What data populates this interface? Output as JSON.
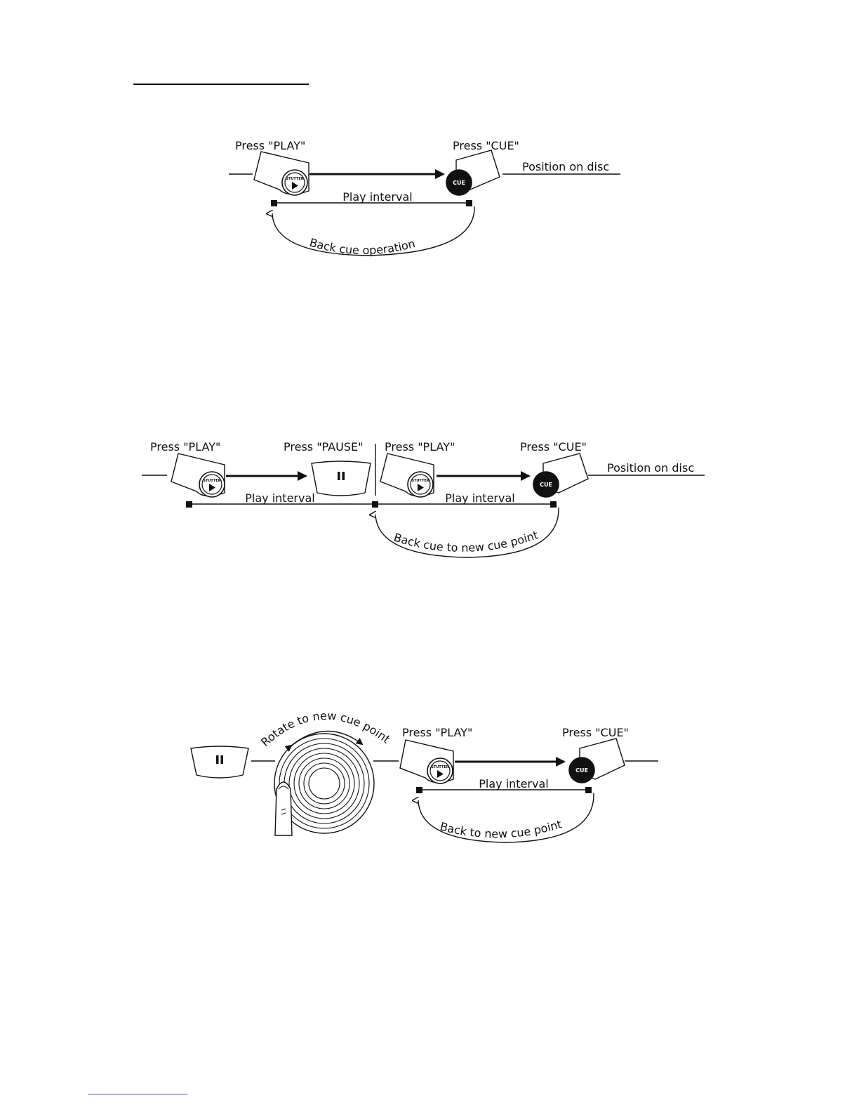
{
  "diagram1": {
    "press_play": "Press \"PLAY\"",
    "press_cue": "Press \"CUE\"",
    "position_on_disc": "Position on disc",
    "play_interval": "Play interval",
    "back_label": "Back cue operation",
    "stutter": "STUTTER",
    "cue_btn": "CUE"
  },
  "diagram2": {
    "press_play_1": "Press \"PLAY\"",
    "press_pause": "Press \"PAUSE\"",
    "press_play_2": "Press \"PLAY\"",
    "press_cue": "Press \"CUE\"",
    "position_on_disc": "Position on disc",
    "play_interval_1": "Play interval",
    "play_interval_2": "Play interval",
    "back_label": "Back cue to new cue point",
    "stutter_1": "STUTTER",
    "stutter_2": "STUTTER",
    "cue_btn": "CUE"
  },
  "diagram3": {
    "rotate_label": "Rotate to new cue point",
    "press_play": "Press \"PLAY\"",
    "press_cue": "Press \"CUE\"",
    "play_interval": "Play interval",
    "back_label": "Back to new cue point",
    "stutter": "STUTTER",
    "cue_btn": "CUE"
  },
  "icons": {
    "play": "play-icon",
    "pause": "pause-icon",
    "arrow": "arrow-right-icon",
    "jog": "jog-wheel-icon",
    "finger": "finger-icon"
  }
}
